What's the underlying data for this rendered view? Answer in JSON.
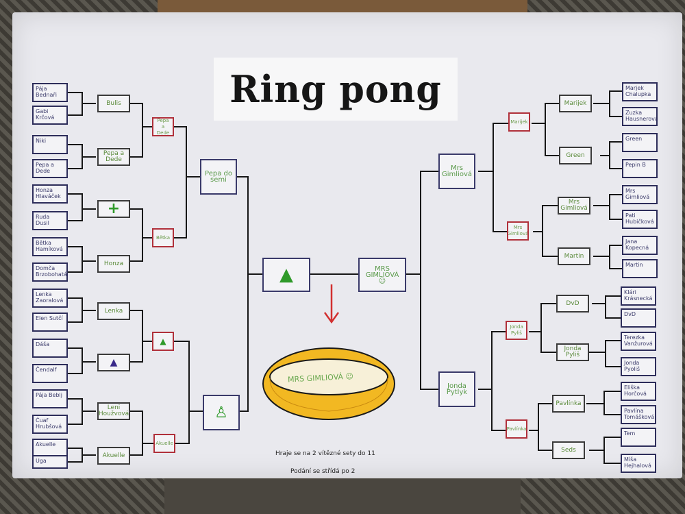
{
  "title": "Ring pong",
  "left": {
    "r1": [
      "Pája Bednaři",
      "Gabi Krčová",
      "Niki",
      "Pepa a Dede",
      "Honza Hlaváček",
      "Ruda Dusil",
      "Bětka Hamíková",
      "Domča Brzobohatá",
      "Lenka Zaoralová",
      "Elen Sutčí",
      "Dáša",
      "Čendalf",
      "Pája Beblj",
      "Čuaf Hrubšová",
      "Akuelle",
      "Uga"
    ],
    "r2": [
      "Bulis",
      "Pepa a Dede",
      "+",
      "Honza",
      "Lenka",
      "hat",
      "Leni Houžvová",
      "Akuelle"
    ],
    "r3": [
      "Pepa a Dede",
      "Bětka",
      "hat",
      "Akuelle"
    ],
    "r4": [
      "Pepa do semi",
      "wizard"
    ],
    "final": "hat"
  },
  "right": {
    "r1": [
      "Marjek Chalupka",
      "Zuzka Hausnerová",
      "Green",
      "Pepin B",
      "Mrs Gimliová",
      "Pati Hubičková",
      "Jana Kopecná",
      "Martin",
      "Klári Krásnecká",
      "DvD",
      "Terezka Vanžurová",
      "Jonda Pyoliš",
      "Eliška Horčová",
      "Pavlína Tomášková",
      "Tem",
      "Míša Hejhalová"
    ],
    "r2": [
      "Marijek",
      "Green",
      "Mrs Gimliová",
      "Martin",
      "DvD",
      "Jonda Pyliš",
      "Pavlínka",
      "Seds"
    ],
    "r3": [
      "Marijek",
      "Mrs Gimliová",
      "Jonda Pyliš",
      "Pavlínka"
    ],
    "r4": [
      "Mrs Gimliová",
      "Jonda Pytlyk"
    ],
    "final_line1": "MRS",
    "final_line2": "GIMLIOVÁ"
  },
  "smiley": "☺",
  "ring_text": "MRS GIMLIOVÁ ☺",
  "notes": [
    "Hraje se na 2 vítězné sety do 11",
    "Podání se střídá po 2"
  ],
  "colors": {
    "winner_green": "#2f9a2a",
    "ring": "#f2b822",
    "arrow": "#d23030"
  }
}
